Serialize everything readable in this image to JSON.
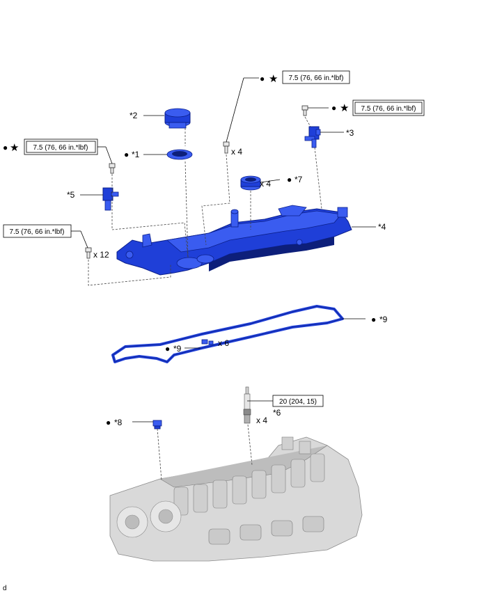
{
  "torque": {
    "t1": "7.5 (76, 66 in.*lbf)",
    "t2": "7.5 (76, 66 in.*lbf)",
    "t3": "7.5 (76, 66 in.*lbf)",
    "t4": "7.5 (76, 66 in.*lbf)",
    "t5": "20 (204, 15)"
  },
  "parts": {
    "p1": "*1",
    "p2": "*2",
    "p3": "*3",
    "p4": "*4",
    "p5": "*5",
    "p6": "*6",
    "p7": "*7",
    "p8": "*8",
    "p9a": "*9",
    "p9b": "*9"
  },
  "qty": {
    "q_bolt_top": "x 4",
    "q_gasket7": "x 4",
    "q_bolts12": "x 12",
    "q_gasket9": "x 6",
    "q_plug": "x 4"
  },
  "symbols": {
    "dot": "●",
    "star": "★"
  },
  "footer": {
    "code": "d"
  }
}
